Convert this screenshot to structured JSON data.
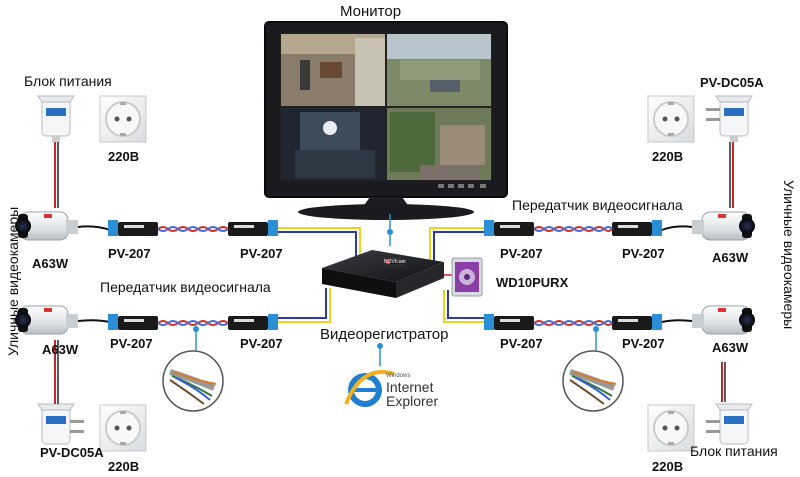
{
  "labels": {
    "monitor": "Монитор",
    "power_supply": "Блок питания",
    "adapter_model": "PV-DC05A",
    "voltage": "220В",
    "street_cameras": "Уличные видеокамеры",
    "transmitter": "Передатчик видеосигнала",
    "transmitter_model": "PV-207",
    "camera_model": "A63W",
    "dvr": "Видеорегистратор",
    "hdd_model": "WD10PURX",
    "ie_windows": "Windows",
    "ie_internet": "Internet",
    "ie_explorer": "Explorer",
    "dvr_badge": "NOVIcam"
  },
  "colors": {
    "yellow_line": "#f2d21c",
    "blue_line": "#2c3aa8",
    "red_wire": "#c0282a",
    "twisted_red": "#d0352f",
    "twisted_blue": "#4a6fd4",
    "connector_blue": "#2a8fd4"
  }
}
